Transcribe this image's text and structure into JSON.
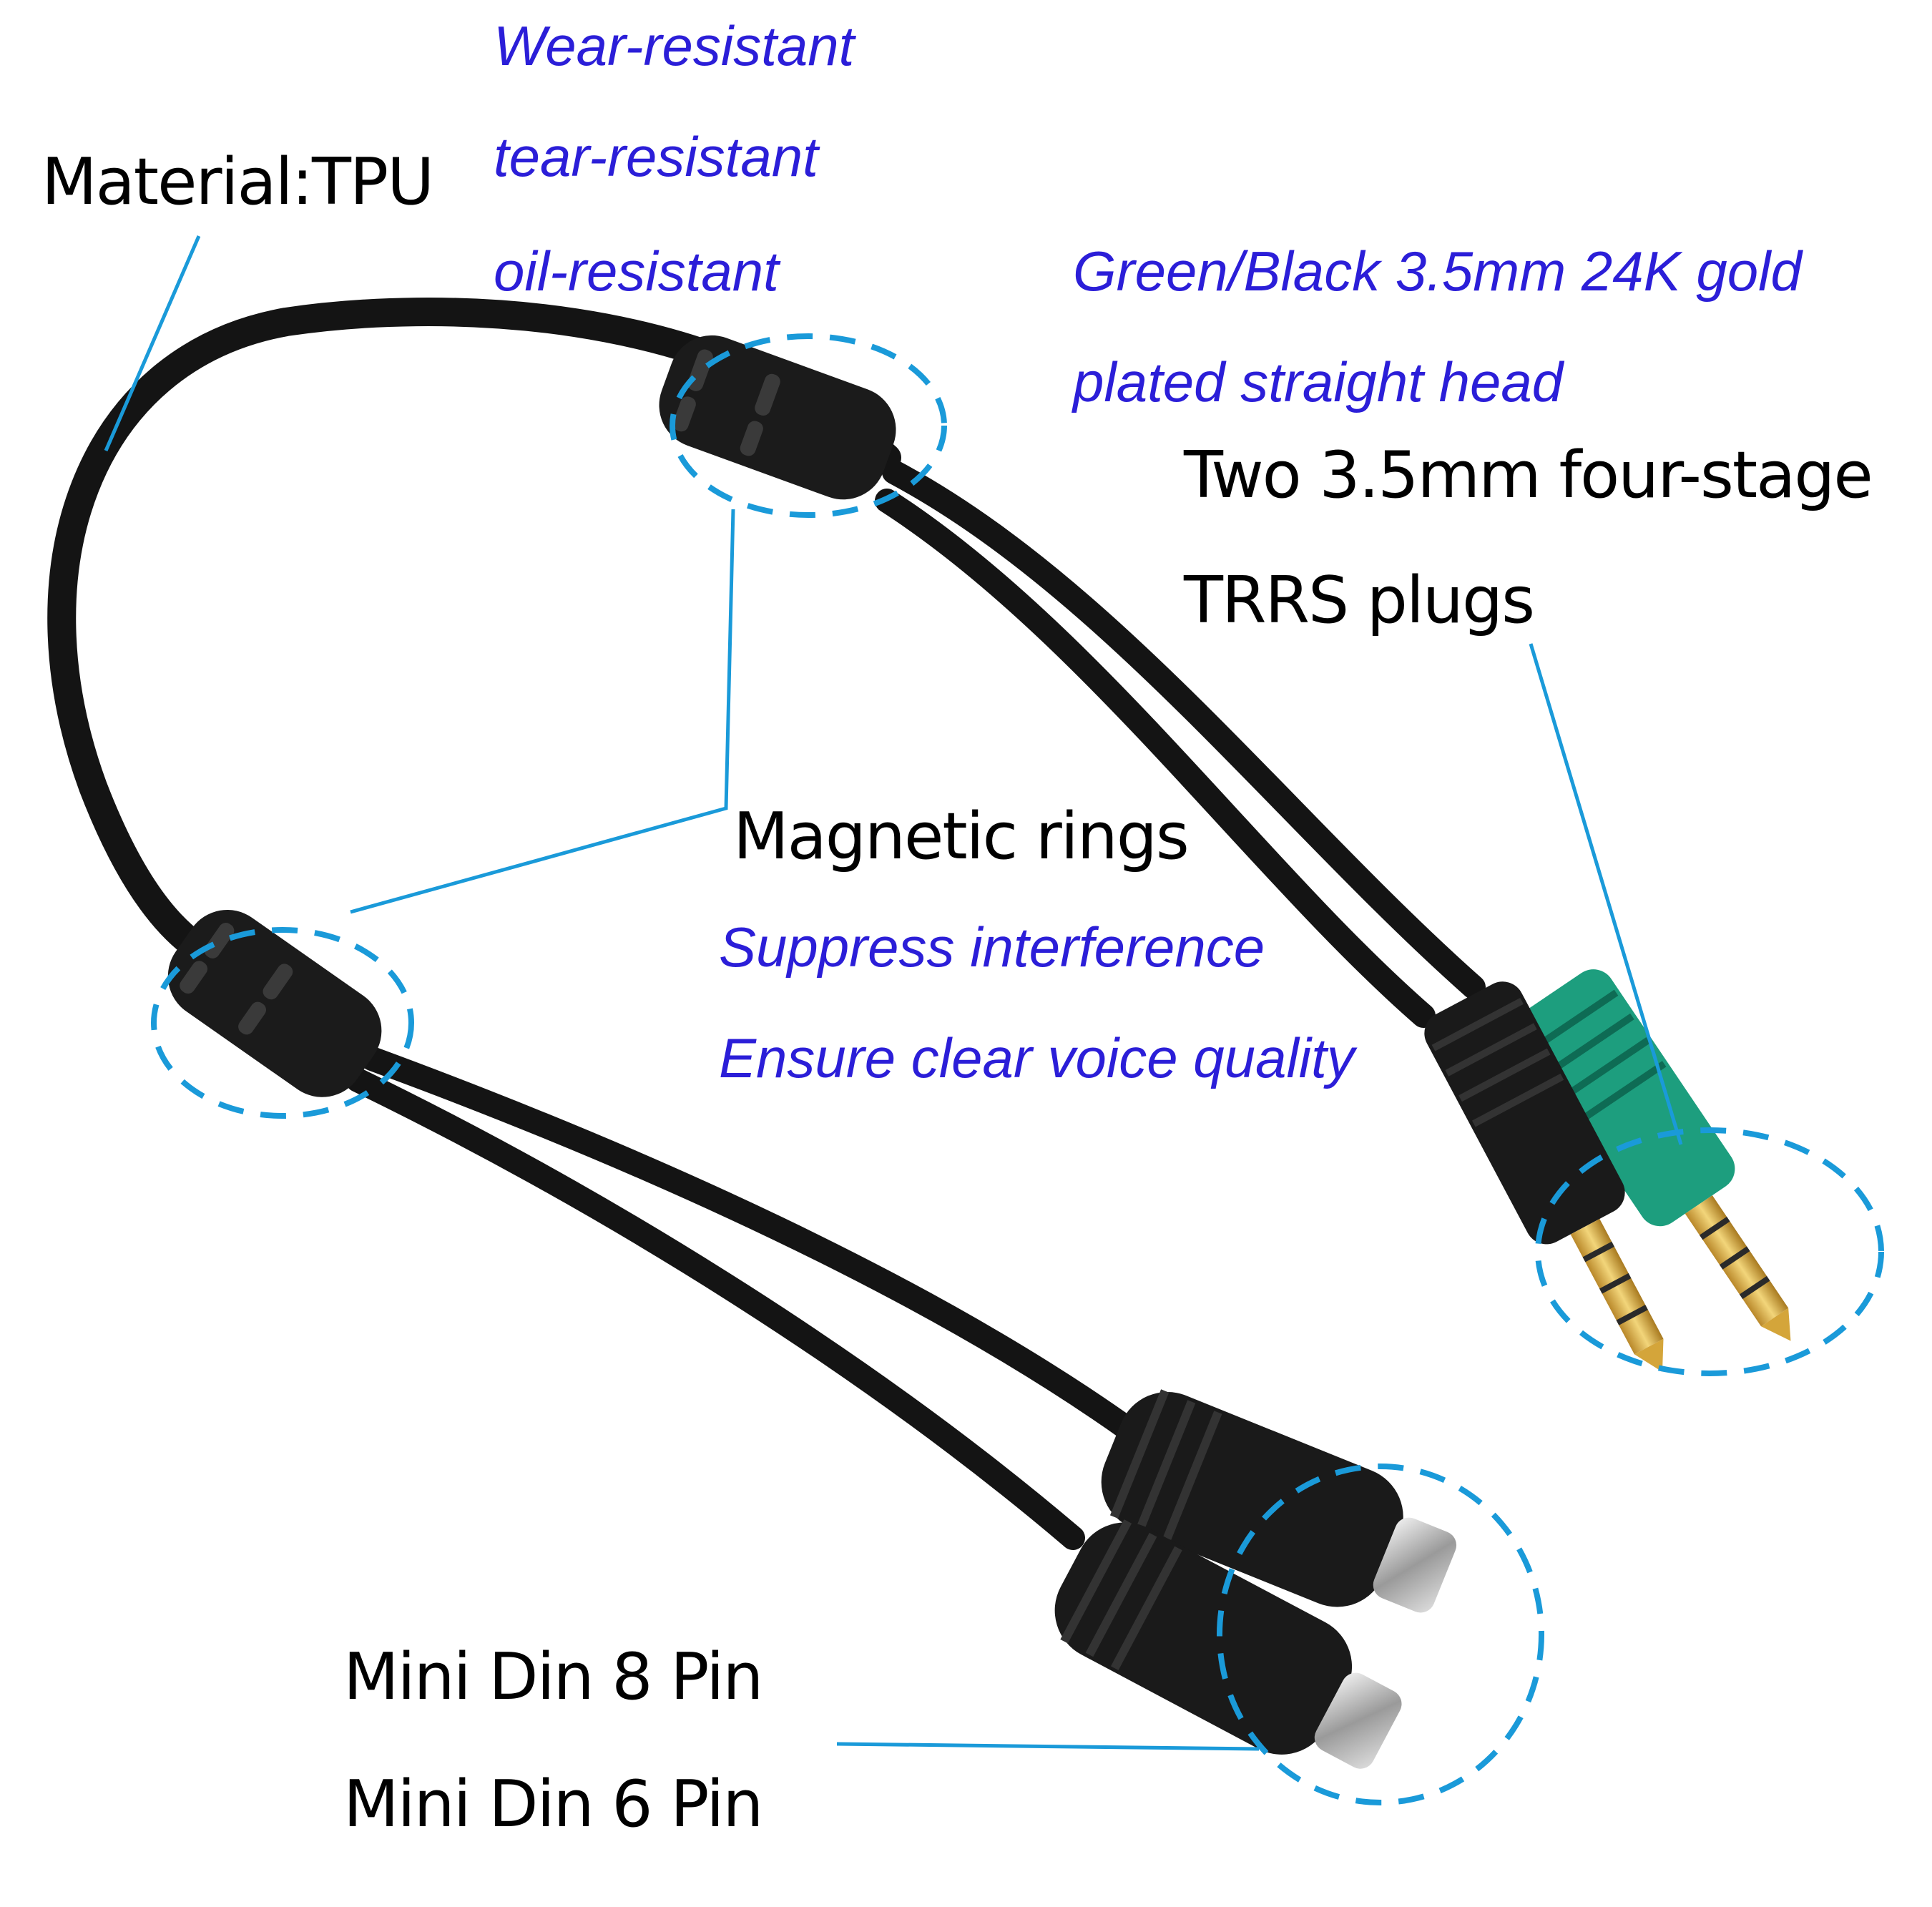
{
  "labels": {
    "material": "Material:TPU",
    "material_props": [
      "Wear-resistant",
      "tear-resistant",
      "oil-resistant"
    ],
    "plug_finish": [
      "Green/Black 3.5mm 24K gold",
      "plated straight head"
    ],
    "plug_type": [
      "Two 3.5mm four-stage",
      "TRRS plugs"
    ],
    "rings_title": "Magnetic rings",
    "rings_benefits": [
      "Suppress interference",
      "Ensure clear voice quality"
    ],
    "din_connectors": [
      "Mini Din 8 Pin",
      "Mini Din 6 Pin"
    ]
  },
  "colors": {
    "callout_text_black": "#000000",
    "callout_text_blue": "#2b1ed8",
    "leader_line": "#1a9ad9",
    "cable": "#141414",
    "green_plug": "#1d9e7e",
    "gold_contacts": "#d4a53a"
  }
}
